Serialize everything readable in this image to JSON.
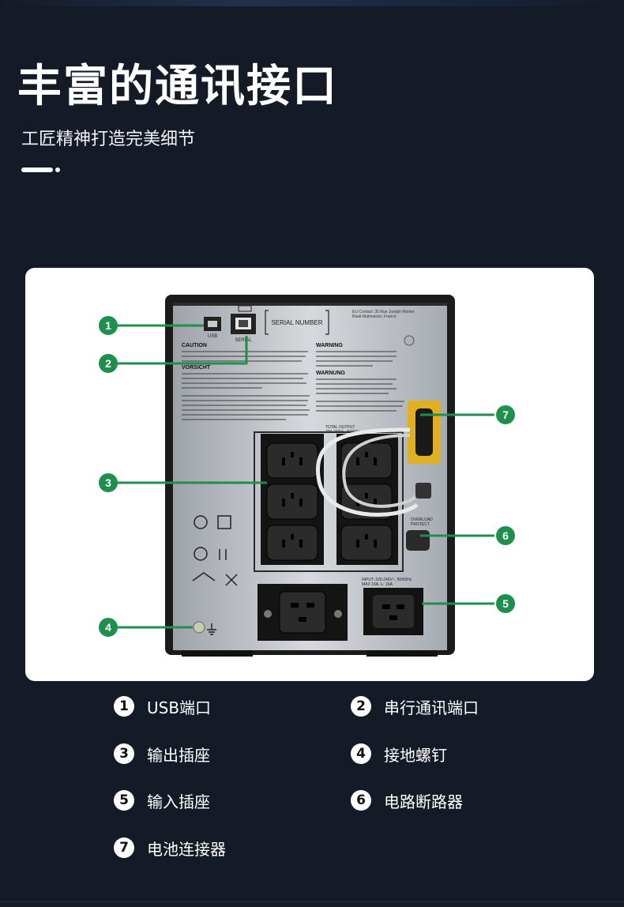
{
  "header": {
    "title": "丰富的通讯接口",
    "subtitle": "工匠精神打造完美细节"
  },
  "device_labels": {
    "serial_number": "SERIAL NUMBER",
    "usb": "USB",
    "serial": "SERIAL",
    "eu_contact": "EU Contact: 35 Rue Joseph Monier",
    "eu_city": "Rueil-Malmaison, France",
    "caution": "CAUTION",
    "vorsicht": "VORSICHT",
    "warning": "WARNING",
    "warnung": "WARNUNG",
    "output_label": "TOTAL OUTPUT",
    "output_spec": "220-240V~, 50/60Hz",
    "input_label": "INPUT: 220-240V~, 50/60Hz",
    "input_spec": "MAX 16A, Iₙ: 16A",
    "overload": "OVERLOAD",
    "protect": "PROTECT"
  },
  "callouts": [
    "1",
    "2",
    "3",
    "4",
    "5",
    "6",
    "7"
  ],
  "legend": [
    {
      "num": "1",
      "label": "USB端口"
    },
    {
      "num": "2",
      "label": "串行通讯端口"
    },
    {
      "num": "3",
      "label": "输出插座"
    },
    {
      "num": "4",
      "label": "接地螺钉"
    },
    {
      "num": "5",
      "label": "输入插座"
    },
    {
      "num": "6",
      "label": "电路断路器"
    },
    {
      "num": "7",
      "label": "电池连接器"
    }
  ],
  "colors": {
    "callout_green": "#1f8f4e",
    "background": "#141b27"
  }
}
